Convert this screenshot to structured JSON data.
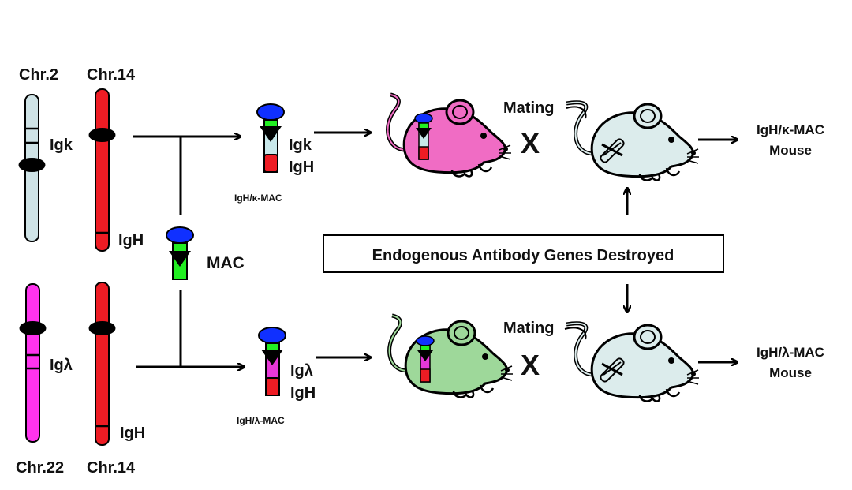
{
  "colors": {
    "chr2": "#cfe3e6",
    "chr14": "#ee1c24",
    "chr22": "#ff33ee",
    "mac_cap": "#1030ff",
    "mac_green": "#22ee22",
    "mac_light": "#c8e8ea",
    "mac_magenta": "#e838d8",
    "mac_red": "#ee1c24",
    "mouse_pink": "#f06cc4",
    "mouse_green": "#9ed89a",
    "mouse_gray": "#dcecec",
    "outline": "#000000"
  },
  "chromosomes": {
    "chr2_label": "Chr.2",
    "chr14_top_label": "Chr.14",
    "chr22_label": "Chr.22",
    "chr14_bottom_label": "Chr.14",
    "igk_label": "Igk",
    "igh_top_label": "IgH",
    "iglambda_label": "Igλ",
    "igh_bottom_label": "IgH"
  },
  "mac": {
    "label": "MAC",
    "top_construct": {
      "label1": "Igk",
      "label2": "IgH",
      "caption": "IgH/κ-MAC"
    },
    "bottom_construct": {
      "label1": "Igλ",
      "label2": "IgH",
      "caption": "IgH/λ-MAC"
    }
  },
  "mating": {
    "top_label": "Mating",
    "bottom_label": "Mating",
    "cross_symbol": "X"
  },
  "center_box": {
    "text": "Endogenous Antibody Genes Destroyed"
  },
  "results": {
    "top_line1": "IgH/κ-MAC",
    "top_line2": "Mouse",
    "bottom_line1": "IgH/λ-MAC",
    "bottom_line2": "Mouse"
  },
  "icons": [
    "chromosome-icon",
    "mac-vector-icon",
    "mouse-icon",
    "cross-icon",
    "arrow-icon"
  ]
}
